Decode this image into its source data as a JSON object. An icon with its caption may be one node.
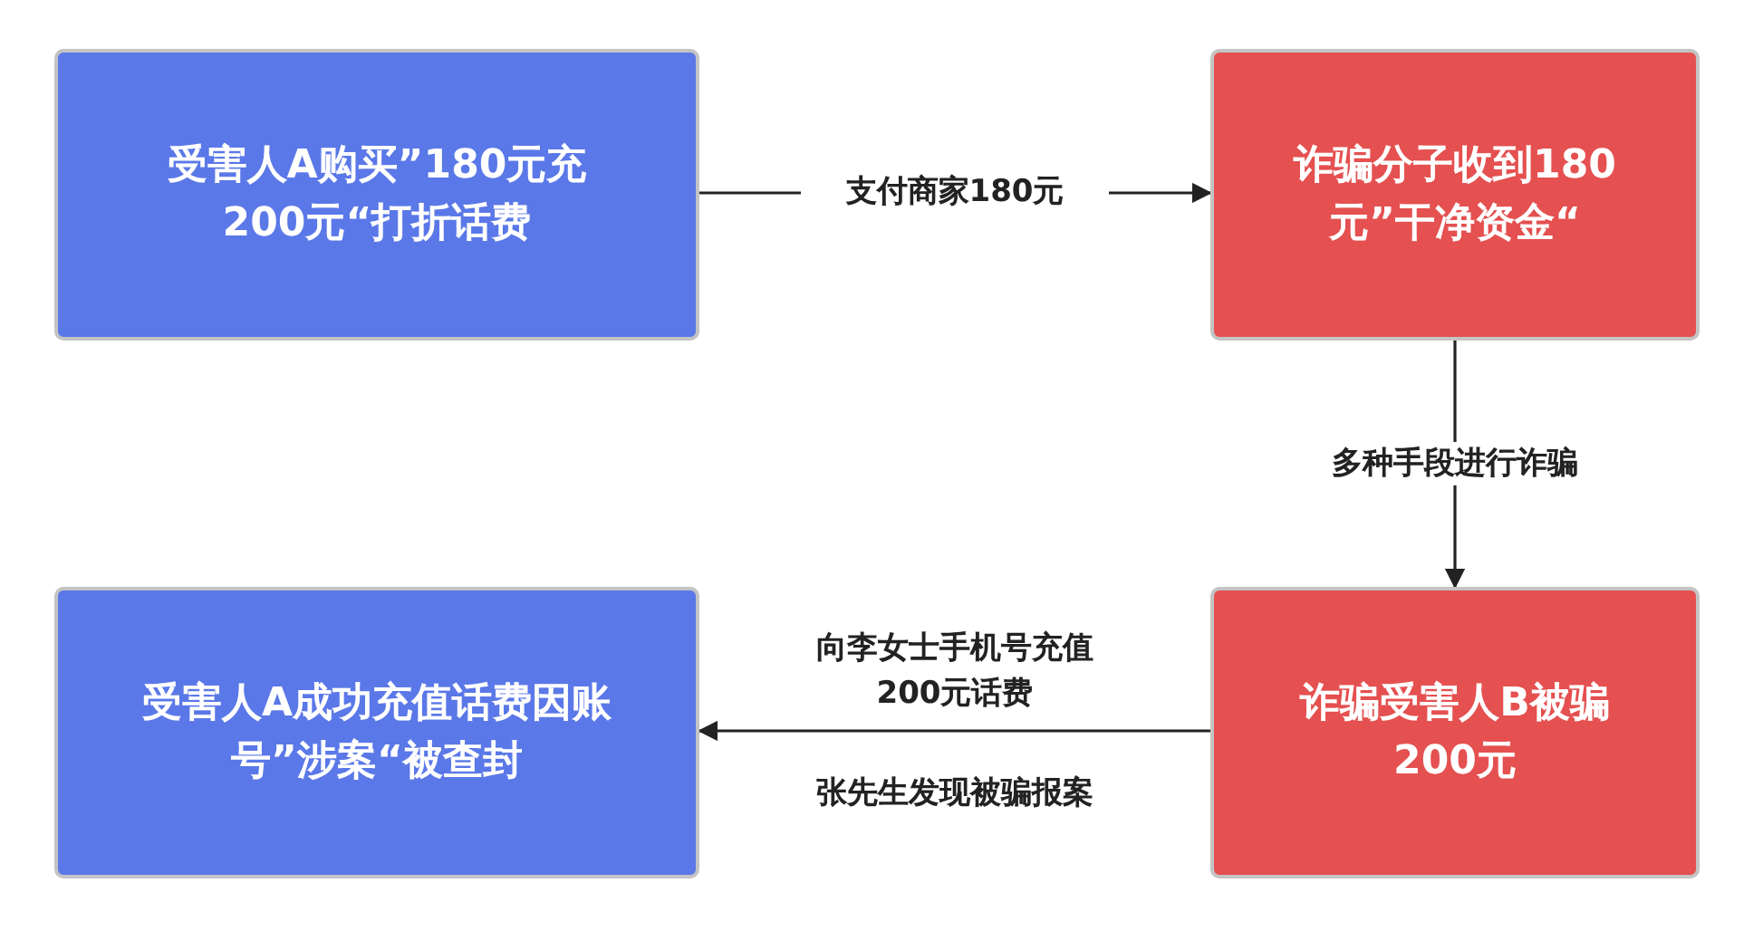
{
  "diagram": {
    "nodes": [
      {
        "text": [
          "受害人A购买”180元充200元“打折话费"
        ]
      },
      {
        "text": [
          "诈骗分子收到180元”干净资金“"
        ]
      },
      {
        "text": [
          "受害人A成功充值话费因账号”涉案“被查封"
        ]
      },
      {
        "text": [
          "诈骗受害人B被骗200元"
        ]
      }
    ],
    "edges": [
      {
        "from": 0,
        "to": 1,
        "arrow": "to",
        "label": "支付商家180元"
      },
      {
        "from": 1,
        "to": 3,
        "arrow": "to",
        "label": "多种手段进行诈骗"
      },
      {
        "from": 3,
        "to": 2,
        "arrow": "to",
        "label": "向李女士手机号充值200元话费"
      }
    ],
    "labels": [
      "张先生发现被骗报案"
    ]
  }
}
